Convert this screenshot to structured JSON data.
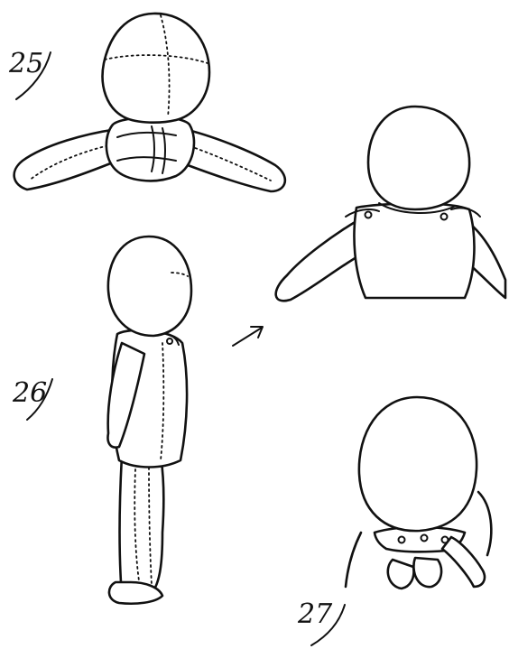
{
  "steps": [
    {
      "label": "25",
      "description_visible": false
    },
    {
      "label": "26",
      "description_visible": false
    },
    {
      "label": "27",
      "description_visible": false
    }
  ],
  "colors": {
    "ink": "#111111",
    "paper": "#ffffff"
  },
  "icons": [
    "arrow-icon"
  ]
}
